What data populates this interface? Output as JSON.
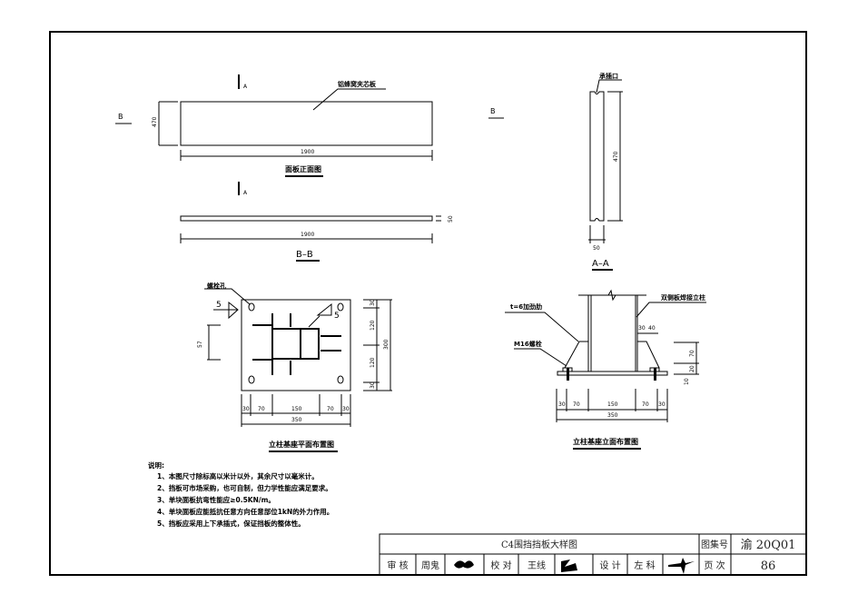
{
  "front_view": {
    "label_material": "铝蜂窝夹芯板",
    "dim_height": "470",
    "dim_length": "1900",
    "title": "面板正面图",
    "section_a": "A",
    "section_b": "B"
  },
  "section_bb": {
    "dim_length": "1900",
    "dim_thickness": "50",
    "title": "B–B"
  },
  "section_aa": {
    "label_socket": "承插口",
    "dim_height": "470",
    "dim_width": "50",
    "title": "A–A",
    "section_b": "B"
  },
  "base_plan": {
    "label_bolt_hole": "螺栓孔",
    "weld_left": "5",
    "weld_right": "5",
    "dim_57": "57",
    "dims_bottom": [
      "30",
      "70",
      "150",
      "70",
      "30"
    ],
    "dim_total": "350",
    "dims_right": [
      "30",
      "120",
      "120",
      "30"
    ],
    "dim_height": "300",
    "title": "立柱基座平面布置图"
  },
  "base_elevation": {
    "label_column": "双侧板焊接立柱",
    "label_rib": "t=6加劲肋",
    "label_bolt": "M16螺栓",
    "dim_30": "30",
    "dim_40": "40",
    "dims_right": [
      "70",
      "20",
      "10"
    ],
    "dims_bottom": [
      "30",
      "70",
      "150",
      "70",
      "30"
    ],
    "dim_total": "350",
    "title": "立柱基座立面布置图"
  },
  "notes": {
    "heading": "说明:",
    "items": [
      "1、本图尺寸除标高以米计以外，其余尺寸以毫米计。",
      "2、挡板可市场采购，也可自制，但力学性能应满足要求。",
      "3、单块面板抗弯性能应≥0.5KN/m。",
      "4、单块面板应能抵抗任意方向任意部位1kN的外力作用。",
      "5、挡板应采用上下承插式，保证挡板的整体性。"
    ]
  },
  "title_block": {
    "drawing_title": "C4围挡挡板大样图",
    "atlas_label": "图集号",
    "atlas_number": "渝 20Q01",
    "review_label": "审 核",
    "reviewer": "周鬼",
    "check_label": "校 对",
    "checker": "王线",
    "design_label": "设 计",
    "designer": "左 科",
    "page_label": "页 次",
    "page_number": "86"
  }
}
